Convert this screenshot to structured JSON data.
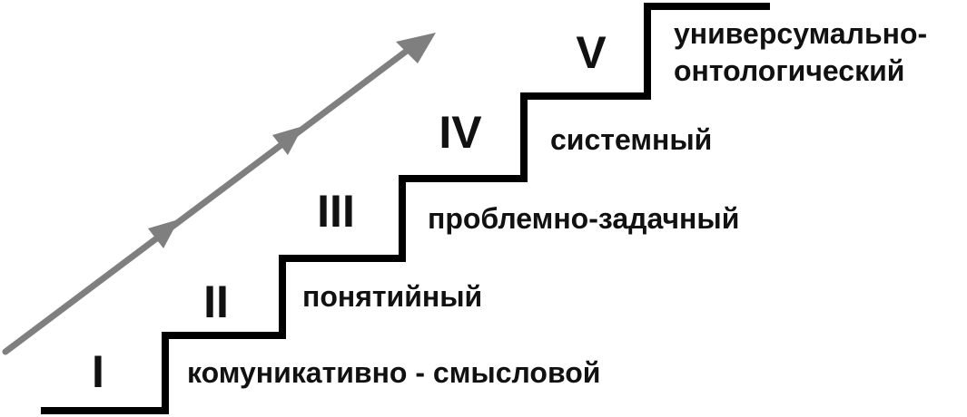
{
  "colors": {
    "stair": "#000000",
    "arrow": "#7f7f7f",
    "text": "#111111",
    "background": "#ffffff"
  },
  "arrow": {
    "icon": "diagonal-arrow-icon",
    "chevrons": 3
  },
  "levels": [
    {
      "numeral": "I",
      "label_lines": [
        "комуникативно - смысловой"
      ]
    },
    {
      "numeral": "II",
      "label_lines": [
        "понятийный"
      ]
    },
    {
      "numeral": "III",
      "label_lines": [
        "проблемно-задачный"
      ]
    },
    {
      "numeral": "IV",
      "label_lines": [
        "системный"
      ]
    },
    {
      "numeral": "V",
      "label_lines": [
        "универсумально-",
        "онтологический"
      ]
    }
  ]
}
